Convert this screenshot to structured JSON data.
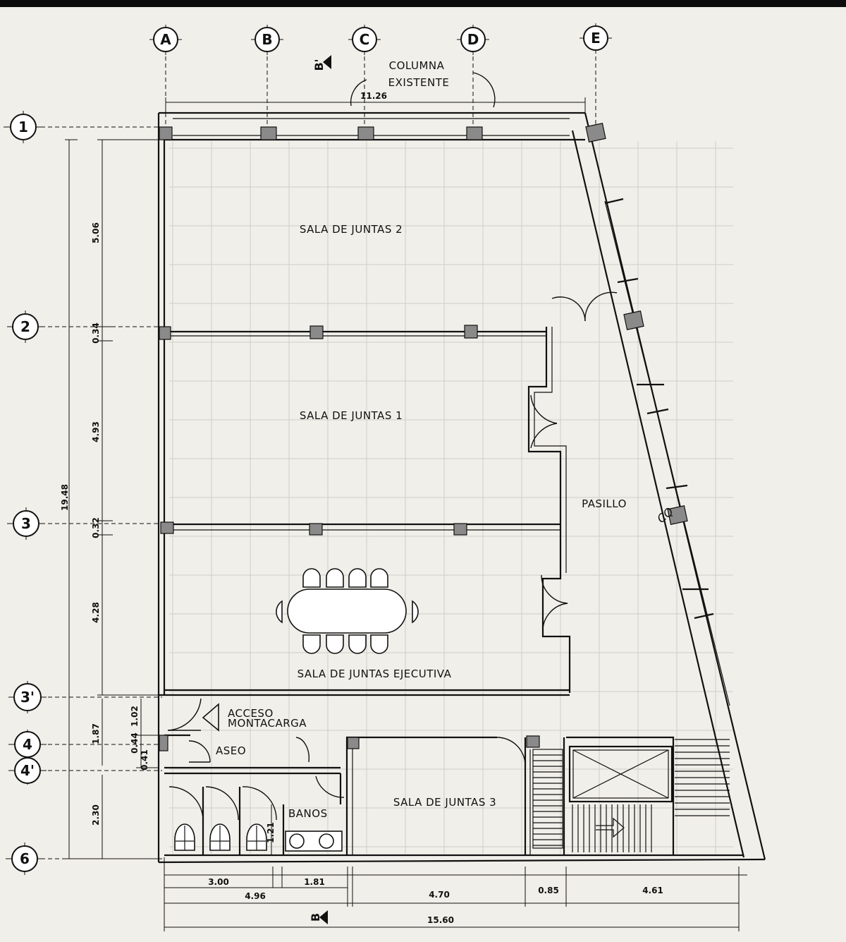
{
  "grid_axes": {
    "columns": [
      "A",
      "B",
      "C",
      "D",
      "E"
    ],
    "rows": [
      "1",
      "2",
      "3",
      "3'",
      "4",
      "4'",
      "6"
    ]
  },
  "rooms": {
    "sala2": "SALA DE JUNTAS 2",
    "sala1": "SALA DE JUNTAS 1",
    "ejecutiva": "SALA DE JUNTAS EJECUTIVA",
    "pasillo": "PASILLO",
    "acceso_line1": "ACCESO",
    "acceso_line2": "MONTACARGA",
    "aseo": "ASEO",
    "banos": "BANOS",
    "sala3": "SALA DE JUNTAS 3"
  },
  "notes": {
    "columna_line1": "COLUMNA",
    "columna_line2": "EXISTENTE",
    "cq": "CQ"
  },
  "section_markers": {
    "top": "B'",
    "bottom": "B"
  },
  "dimensions": {
    "top_width": "11.26",
    "vertical": [
      "5.06",
      "0.34",
      "4.93",
      "0.32",
      "4.28",
      "1.87",
      "2.30"
    ],
    "total_height": "19.48",
    "small_vertical": [
      "1.02",
      "0.44",
      "0.41",
      "1.21"
    ],
    "bottom_row1": [
      "3.00",
      "1.81",
      "4.70",
      "0.85",
      "4.61"
    ],
    "bottom_row2": "4.96",
    "total_width": "15.60"
  }
}
